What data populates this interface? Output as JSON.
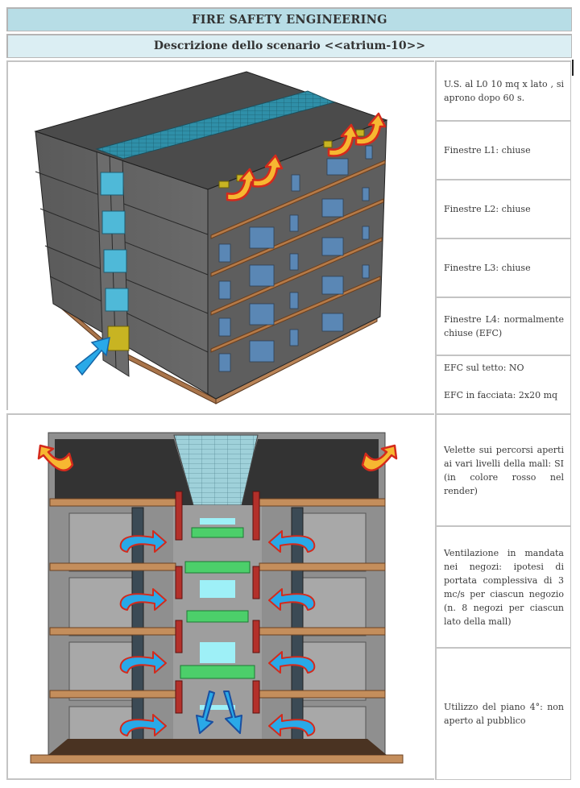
{
  "header": {
    "title": "FIRE SAFETY ENGINEERING",
    "subtitle": "Descrizione dello scenario <<atrium-10>>"
  },
  "images": {
    "exterior_render": "isometric-building-render",
    "section_render": "atrium-cross-section-render"
  },
  "upper_section": {
    "notes": [
      "U.S. al L0 10 mq x lato , si aprono dopo 60 s.",
      "Finestre L1: chiuse",
      "Finestre L2: chiuse",
      "Finestre L3: chiuse",
      "Finestre L4: normalmente chiuse (EFC)"
    ],
    "efc_roof": "EFC sul tetto: NO",
    "efc_facade": "EFC in facciata: 2x20 mq"
  },
  "lower_section": {
    "notes": [
      "Velette sui percorsi aperti ai vari livelli della mall: SI (in colore rosso nel render)",
      "Ventilazione in mandata nei negozi: ipotesi di portata complessiva di 3 mc/s per ciascun negozio (n. 8 negozi per ciascun lato della mall)",
      "Utilizzo del piano 4°: non aperto al pubblico"
    ]
  },
  "colors": {
    "header_bg": "#b7dde6",
    "subheader_bg": "#dbeef3",
    "border": "#c4c4c4",
    "smoke_arrow": "#f7b731",
    "air_arrow": "#29a9e8",
    "veletta": "#c0302a"
  }
}
